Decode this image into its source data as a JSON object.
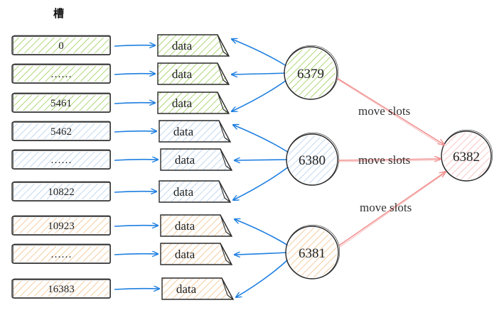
{
  "title": "槽",
  "slots": [
    {
      "label": "0",
      "group": "green"
    },
    {
      "label": "……",
      "group": "green"
    },
    {
      "label": "5461",
      "group": "green"
    },
    {
      "label": "5462",
      "group": "blue"
    },
    {
      "label": "……",
      "group": "blue"
    },
    {
      "label": "10822",
      "group": "blue"
    },
    {
      "label": "10923",
      "group": "orange"
    },
    {
      "label": "……",
      "group": "orange"
    },
    {
      "label": "16383",
      "group": "orange"
    }
  ],
  "data_label": "data",
  "nodes": [
    {
      "id": "n6379",
      "label": "6379",
      "group": "green"
    },
    {
      "id": "n6380",
      "label": "6380",
      "group": "blue"
    },
    {
      "id": "n6381",
      "label": "6381",
      "group": "orange"
    },
    {
      "id": "n6382",
      "label": "6382",
      "group": "red"
    }
  ],
  "move_labels": [
    "move slots",
    "move slots",
    "move slots"
  ],
  "colors": {
    "green": "#8cc63f",
    "blue": "#a9c8ee",
    "orange": "#f0b77a",
    "red": "#f5a0a0",
    "arrow_blue": "#1e7fe0",
    "arrow_red": "#f08a8a"
  }
}
